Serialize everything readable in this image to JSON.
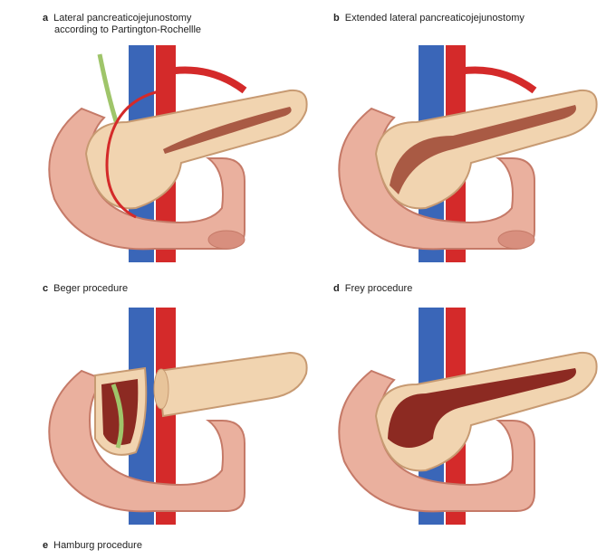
{
  "figure": {
    "panels": [
      {
        "letter": "a",
        "title_line1": "Lateral pancreaticojejunostomy",
        "title_line2": "according to Partington-Rochellle"
      },
      {
        "letter": "b",
        "title_line1": "Extended lateral pancreaticojejunostomy",
        "title_line2": ""
      },
      {
        "letter": "c",
        "title_line1": "Beger procedure",
        "title_line2": ""
      },
      {
        "letter": "d",
        "title_line1": "Frey procedure",
        "title_line2": ""
      },
      {
        "letter": "e",
        "title_line1": "Hamburg procedure",
        "title_line2": ""
      }
    ],
    "colors": {
      "pancreas": "#f1d4b0",
      "pancreas_outline": "#c79a72",
      "duodenum": "#eab09e",
      "duodenum_shade": "#d88f7e",
      "artery": "#d42a2a",
      "vein": "#3a66b8",
      "duct": "#a95a44",
      "bile_duct": "#9fc56a"
    }
  }
}
